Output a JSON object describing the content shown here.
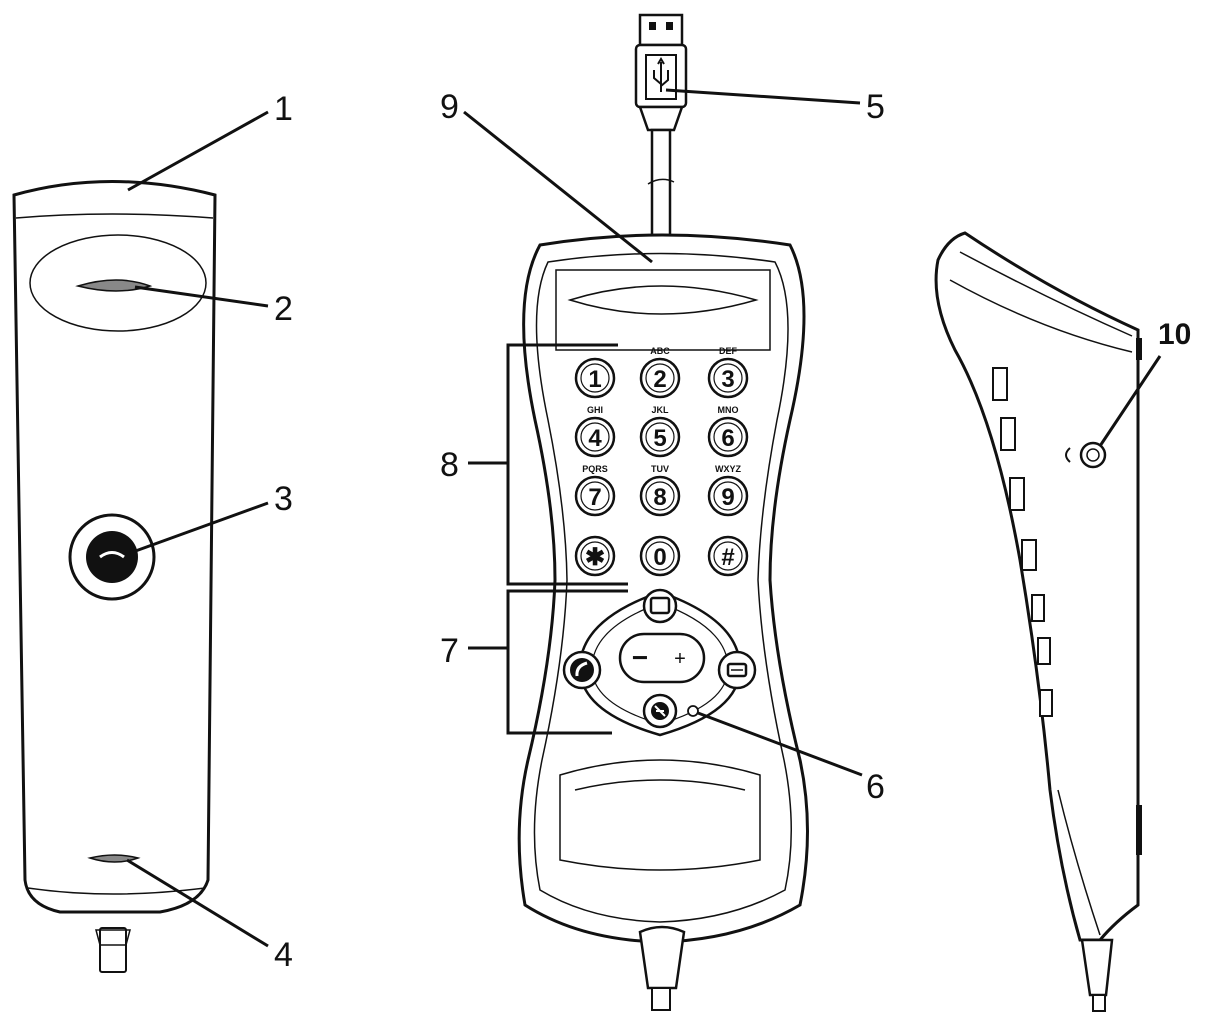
{
  "callouts": {
    "c1": "1",
    "c2": "2",
    "c3": "3",
    "c4": "4",
    "c5": "5",
    "c6": "6",
    "c7": "7",
    "c8": "8",
    "c9": "9",
    "c10": "10"
  },
  "keypad": {
    "keys": [
      {
        "digit": "1",
        "letters": ""
      },
      {
        "digit": "2",
        "letters": "ABC"
      },
      {
        "digit": "3",
        "letters": "DEF"
      },
      {
        "digit": "4",
        "letters": "GHI"
      },
      {
        "digit": "5",
        "letters": "JKL"
      },
      {
        "digit": "6",
        "letters": "MNO"
      },
      {
        "digit": "7",
        "letters": "PQRS"
      },
      {
        "digit": "8",
        "letters": "TUV"
      },
      {
        "digit": "9",
        "letters": "WXYZ"
      },
      {
        "digit": "✱",
        "letters": ""
      },
      {
        "digit": "0",
        "letters": ""
      },
      {
        "digit": "#",
        "letters": ""
      }
    ],
    "minus": "−",
    "plus": "+"
  }
}
